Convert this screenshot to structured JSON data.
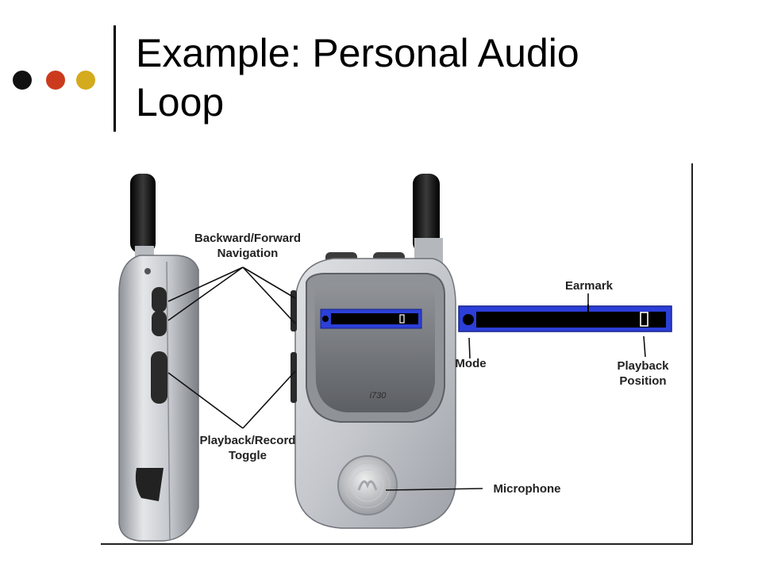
{
  "slide": {
    "title_line1": "Example: Personal Audio",
    "title_line2": "Loop",
    "bullet_dots": [
      {
        "color": "#111111"
      },
      {
        "color": "#cc3a1e"
      },
      {
        "color": "#d4aa1e"
      }
    ]
  },
  "figure": {
    "labels": {
      "nav_line1": "Backward/Forward",
      "nav_line2": "Navigation",
      "toggle_line1": "Playback/Record",
      "toggle_line2": "Toggle",
      "earmark": "Earmark",
      "mode": "Mode",
      "pos_line1": "Playback",
      "pos_line2": "Position",
      "microphone": "Microphone"
    },
    "phone_model": "i730",
    "colors": {
      "display_blue": "#2c3fd8",
      "phone_silver": "#c9ccd0",
      "antenna": "#1a1a1a"
    }
  }
}
